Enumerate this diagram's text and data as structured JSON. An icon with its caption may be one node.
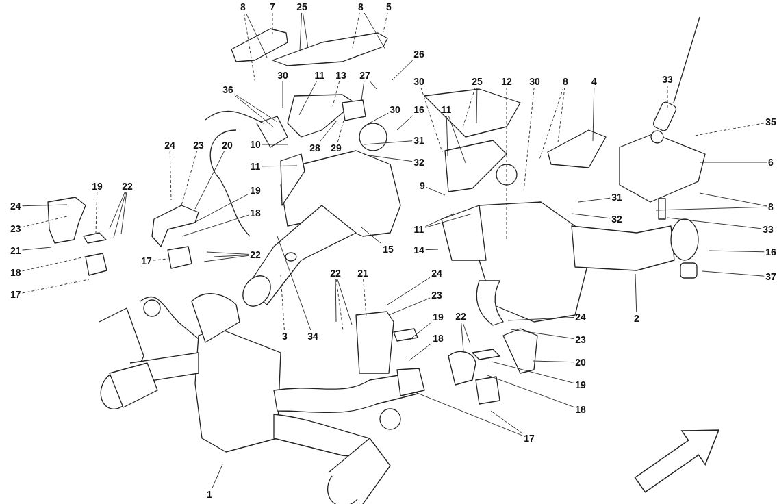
{
  "diagram": {
    "nodes": [
      {
        "text": [
          "8"
        ]
      },
      {
        "text": [
          "7"
        ]
      },
      {
        "text": [
          "25"
        ]
      },
      {
        "text": [
          "8"
        ]
      },
      {
        "text": [
          "5"
        ]
      },
      {
        "text": [
          "26"
        ]
      },
      {
        "text": [
          "30"
        ]
      },
      {
        "text": [
          "11"
        ]
      },
      {
        "text": [
          "13"
        ]
      },
      {
        "text": [
          "27"
        ]
      },
      {
        "text": [
          "36"
        ]
      },
      {
        "text": [
          "30"
        ]
      },
      {
        "text": [
          "16"
        ]
      },
      {
        "text": [
          "10"
        ]
      },
      {
        "text": [
          "28"
        ]
      },
      {
        "text": [
          "29"
        ]
      },
      {
        "text": [
          "31"
        ]
      },
      {
        "text": [
          "32"
        ]
      },
      {
        "text": [
          "11"
        ]
      },
      {
        "text": [
          "24"
        ]
      },
      {
        "text": [
          "23"
        ]
      },
      {
        "text": [
          "20"
        ]
      },
      {
        "text": [
          "19"
        ]
      },
      {
        "text": [
          "18"
        ]
      },
      {
        "text": [
          "3"
        ]
      },
      {
        "text": [
          "34"
        ]
      },
      {
        "text": [
          "15"
        ]
      },
      {
        "text": [
          "24"
        ]
      },
      {
        "text": [
          "23"
        ]
      },
      {
        "text": [
          "19"
        ]
      },
      {
        "text": [
          "22"
        ]
      },
      {
        "text": [
          "21"
        ]
      },
      {
        "text": [
          "18"
        ]
      },
      {
        "text": [
          "17"
        ]
      },
      {
        "text": [
          "17"
        ]
      },
      {
        "text": [
          "22"
        ]
      },
      {
        "text": [
          "30"
        ]
      },
      {
        "text": [
          "25"
        ]
      },
      {
        "text": [
          "12"
        ]
      },
      {
        "text": [
          "30"
        ]
      },
      {
        "text": [
          "8"
        ]
      },
      {
        "text": [
          "4"
        ]
      },
      {
        "text": [
          "11"
        ]
      },
      {
        "text": [
          "9"
        ]
      },
      {
        "text": [
          "31"
        ]
      },
      {
        "text": [
          "32"
        ]
      },
      {
        "text": [
          "11"
        ]
      },
      {
        "text": [
          "14"
        ]
      },
      {
        "text": [
          "33"
        ]
      },
      {
        "text": [
          "35"
        ]
      },
      {
        "text": [
          "6"
        ]
      },
      {
        "text": [
          "8"
        ]
      },
      {
        "text": [
          "33"
        ]
      },
      {
        "text": [
          "16"
        ]
      },
      {
        "text": [
          "37"
        ]
      },
      {
        "text": [
          "2"
        ]
      },
      {
        "text": [
          "22"
        ]
      },
      {
        "text": [
          "21"
        ]
      },
      {
        "text": [
          "24"
        ]
      },
      {
        "text": [
          "23"
        ]
      },
      {
        "text": [
          "19"
        ]
      },
      {
        "text": [
          "18"
        ]
      },
      {
        "text": [
          "17"
        ]
      },
      {
        "text": [
          "22"
        ]
      },
      {
        "text": [
          "24"
        ]
      },
      {
        "text": [
          "23"
        ]
      },
      {
        "text": [
          "20"
        ]
      },
      {
        "text": [
          "19"
        ]
      },
      {
        "text": [
          "18"
        ]
      },
      {
        "text": [
          "1"
        ]
      }
    ],
    "edges": [
      {
        "from": 0,
        "to": null,
        "arrow": "none",
        "style": "dashed"
      },
      {
        "from": 0,
        "to": null,
        "arrow": "none"
      },
      {
        "from": 1,
        "to": null,
        "arrow": "none",
        "style": "dashed"
      },
      {
        "from": 2,
        "to": null,
        "arrow": "none"
      },
      {
        "from": 2,
        "to": null,
        "arrow": "none"
      },
      {
        "from": 3,
        "to": null,
        "arrow": "none",
        "style": "dashed"
      },
      {
        "from": 3,
        "to": null,
        "arrow": "none"
      },
      {
        "from": 4,
        "to": null,
        "arrow": "none",
        "style": "dashed"
      },
      {
        "from": 5,
        "to": null,
        "arrow": "none"
      },
      {
        "from": 6,
        "to": null,
        "arrow": "none"
      },
      {
        "from": 7,
        "to": null,
        "arrow": "none"
      },
      {
        "from": 8,
        "to": null,
        "arrow": "none",
        "style": "dashed"
      },
      {
        "from": 9,
        "to": null,
        "arrow": "none"
      },
      {
        "from": 9,
        "to": null,
        "arrow": "none"
      },
      {
        "from": 10,
        "to": null,
        "arrow": "none"
      },
      {
        "from": 10,
        "to": null,
        "arrow": "none"
      },
      {
        "from": 11,
        "to": null,
        "arrow": "none"
      },
      {
        "from": 12,
        "to": null,
        "arrow": "none"
      },
      {
        "from": 13,
        "to": null,
        "arrow": "none"
      },
      {
        "from": 14,
        "to": null,
        "arrow": "none"
      },
      {
        "from": 15,
        "to": null,
        "arrow": "none",
        "style": "dashed"
      },
      {
        "from": 16,
        "to": null,
        "arrow": "none"
      },
      {
        "from": 17,
        "to": null,
        "arrow": "none"
      },
      {
        "from": 18,
        "to": null,
        "arrow": "none"
      },
      {
        "from": 19,
        "to": null,
        "arrow": "none",
        "style": "dashed"
      },
      {
        "from": 20,
        "to": null,
        "arrow": "none",
        "style": "dashed"
      },
      {
        "from": 21,
        "to": null,
        "arrow": "none"
      },
      {
        "from": 22,
        "to": null,
        "arrow": "none"
      },
      {
        "from": 23,
        "to": null,
        "arrow": "none"
      },
      {
        "from": 24,
        "to": null,
        "arrow": "none",
        "style": "dashed"
      },
      {
        "from": 25,
        "to": null,
        "arrow": "none"
      },
      {
        "from": 26,
        "to": null,
        "arrow": "none"
      },
      {
        "from": 27,
        "to": null,
        "arrow": "none"
      },
      {
        "from": 28,
        "to": null,
        "arrow": "none",
        "style": "dashed"
      },
      {
        "from": 29,
        "to": null,
        "arrow": "none",
        "style": "dashed"
      },
      {
        "from": 30,
        "to": null,
        "arrow": "none"
      },
      {
        "from": 30,
        "to": null,
        "arrow": "none"
      },
      {
        "from": 30,
        "to": null,
        "arrow": "none"
      },
      {
        "from": 31,
        "to": null,
        "arrow": "none"
      },
      {
        "from": 32,
        "to": null,
        "arrow": "none",
        "style": "dashed"
      },
      {
        "from": 33,
        "to": null,
        "arrow": "none",
        "style": "dashed"
      },
      {
        "from": 34,
        "to": null,
        "arrow": "none",
        "style": "dashed"
      },
      {
        "from": 35,
        "to": null,
        "arrow": "none"
      },
      {
        "from": 35,
        "to": null,
        "arrow": "none"
      },
      {
        "from": 35,
        "to": null,
        "arrow": "none"
      },
      {
        "from": 36,
        "to": null,
        "arrow": "none",
        "style": "dashed"
      },
      {
        "from": 37,
        "to": null,
        "arrow": "none",
        "style": "dashed"
      },
      {
        "from": 37,
        "to": null,
        "arrow": "none"
      },
      {
        "from": 38,
        "to": null,
        "arrow": "none",
        "style": "dashed"
      },
      {
        "from": 39,
        "to": null,
        "arrow": "none",
        "style": "dashed"
      },
      {
        "from": 40,
        "to": null,
        "arrow": "none",
        "style": "dashed"
      },
      {
        "from": 40,
        "to": null,
        "arrow": "none",
        "style": "dashed"
      },
      {
        "from": 41,
        "to": null,
        "arrow": "none"
      },
      {
        "from": 42,
        "to": null,
        "arrow": "none"
      },
      {
        "from": 42,
        "to": null,
        "arrow": "none"
      },
      {
        "from": 43,
        "to": null,
        "arrow": "none"
      },
      {
        "from": 44,
        "to": null,
        "arrow": "none"
      },
      {
        "from": 45,
        "to": null,
        "arrow": "none"
      },
      {
        "from": 46,
        "to": null,
        "arrow": "none"
      },
      {
        "from": 46,
        "to": null,
        "arrow": "none"
      },
      {
        "from": 47,
        "to": null,
        "arrow": "none"
      },
      {
        "from": 48,
        "to": null,
        "arrow": "none",
        "style": "dashed"
      },
      {
        "from": 49,
        "to": null,
        "arrow": "none",
        "style": "dashed"
      },
      {
        "from": 50,
        "to": null,
        "arrow": "none"
      },
      {
        "from": 51,
        "to": null,
        "arrow": "none"
      },
      {
        "from": 51,
        "to": null,
        "arrow": "none"
      },
      {
        "from": 52,
        "to": null,
        "arrow": "none"
      },
      {
        "from": 53,
        "to": null,
        "arrow": "none"
      },
      {
        "from": 54,
        "to": null,
        "arrow": "none"
      },
      {
        "from": 55,
        "to": null,
        "arrow": "none"
      },
      {
        "from": 56,
        "to": null,
        "arrow": "none"
      },
      {
        "from": 56,
        "to": null,
        "arrow": "none",
        "style": "dashed"
      },
      {
        "from": 56,
        "to": null,
        "arrow": "none"
      },
      {
        "from": 57,
        "to": null,
        "arrow": "none",
        "style": "dashed"
      },
      {
        "from": 58,
        "to": null,
        "arrow": "none"
      },
      {
        "from": 59,
        "to": null,
        "arrow": "none"
      },
      {
        "from": 60,
        "to": null,
        "arrow": "none"
      },
      {
        "from": 61,
        "to": null,
        "arrow": "none"
      },
      {
        "from": 62,
        "to": null,
        "arrow": "none"
      },
      {
        "from": 62,
        "to": null,
        "arrow": "none"
      },
      {
        "from": 63,
        "to": null,
        "arrow": "none"
      },
      {
        "from": 63,
        "to": null,
        "arrow": "none"
      },
      {
        "from": 64,
        "to": null,
        "arrow": "none"
      },
      {
        "from": 65,
        "to": null,
        "arrow": "none"
      },
      {
        "from": 66,
        "to": null,
        "arrow": "none"
      },
      {
        "from": 67,
        "to": null,
        "arrow": "none"
      },
      {
        "from": 68,
        "to": null,
        "arrow": "none"
      },
      {
        "from": 69,
        "to": null,
        "arrow": "none"
      }
    ]
  }
}
